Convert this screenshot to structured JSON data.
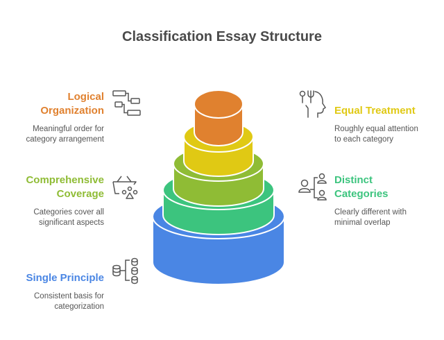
{
  "title": "Classification Essay Structure",
  "items": [
    {
      "key": "logical",
      "title_l1": "Logical",
      "title_l2": "Organization",
      "desc_l1": "Meaningful order for",
      "desc_l2": "category arrangement",
      "color": "#e0812f",
      "icon": "flowchart-icon"
    },
    {
      "key": "equal",
      "title_l1": "Equal Treatment",
      "title_l2": "",
      "desc_l1": "Roughly equal attention",
      "desc_l2": "to each category",
      "color": "#e0c914",
      "icon": "head-utensils-icon"
    },
    {
      "key": "comprehensive",
      "title_l1": "Comprehensive",
      "title_l2": "Coverage",
      "desc_l1": "Categories cover all",
      "desc_l2": "significant aspects",
      "color": "#8fbc35",
      "icon": "basket-icon"
    },
    {
      "key": "distinct",
      "title_l1": "Distinct",
      "title_l2": "Categories",
      "desc_l1": "Clearly different with",
      "desc_l2": "minimal overlap",
      "color": "#3cc47e",
      "icon": "user-hierarchy-icon"
    },
    {
      "key": "single",
      "title_l1": "Single Principle",
      "title_l2": "",
      "desc_l1": "Consistent basis for",
      "desc_l2": "categorization",
      "color": "#4a86e4",
      "icon": "database-hierarchy-icon"
    }
  ],
  "tiers": [
    {
      "name": "single-principle",
      "color": "#4a86e4"
    },
    {
      "name": "distinct-categories",
      "color": "#3cc47e"
    },
    {
      "name": "comprehensive-coverage",
      "color": "#8fbc35"
    },
    {
      "name": "equal-treatment",
      "color": "#e0c914"
    },
    {
      "name": "logical-organization",
      "color": "#e0812f"
    }
  ]
}
